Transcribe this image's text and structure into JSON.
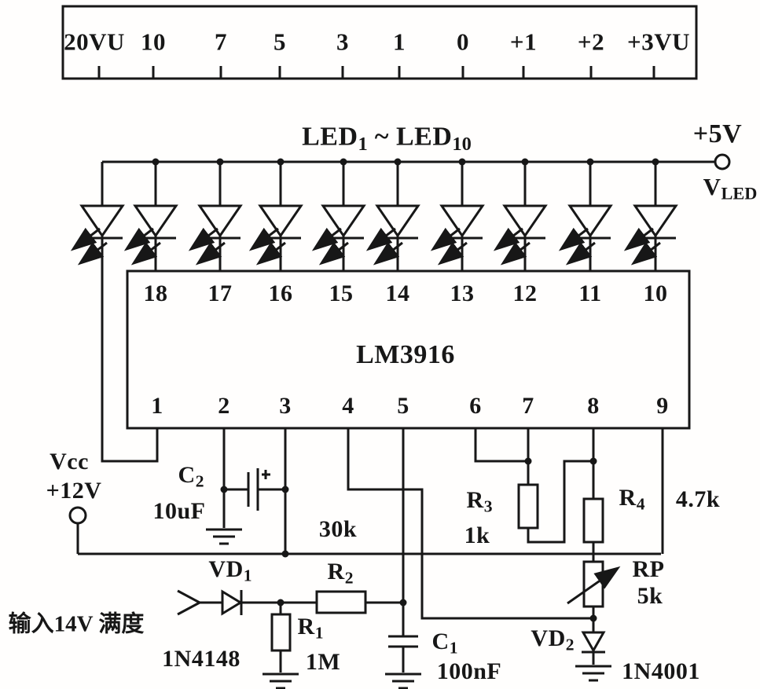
{
  "scale_bar": {
    "labels": [
      "20VU",
      "10",
      "7",
      "5",
      "3",
      "1",
      "0",
      "+1",
      "+2",
      "+3VU"
    ]
  },
  "led_title": {
    "led_a": "LED",
    "sub_a": "1",
    "tilde": "~",
    "led_b": "LED",
    "sub_b": "10"
  },
  "power": {
    "plus5v": "+5V",
    "vled_main": "V",
    "vled_sub": "LED",
    "vcc": "Vcc",
    "vcc_value": "+12V"
  },
  "ic": {
    "part": "LM3916",
    "top_pins": [
      "18",
      "17",
      "16",
      "15",
      "14",
      "13",
      "12",
      "11",
      "10"
    ],
    "bottom_pins": [
      "1",
      "2",
      "3",
      "4",
      "5",
      "6",
      "7",
      "8",
      "9"
    ]
  },
  "components": {
    "c2": {
      "des": "C",
      "sub": "2",
      "value": "10uF"
    },
    "r2_value": "30k",
    "r3": {
      "des": "R",
      "sub": "3",
      "value": "1k"
    },
    "r4": {
      "des": "R",
      "sub": "4",
      "value": "4.7k"
    },
    "rp": {
      "des": "RP",
      "value": "5k"
    },
    "vd1": {
      "des": "VD",
      "sub": "1",
      "part": "1N4148"
    },
    "r1": {
      "des": "R",
      "sub": "1",
      "value": "1M"
    },
    "r2": {
      "des": "R",
      "sub": "2"
    },
    "c1": {
      "des": "C",
      "sub": "1",
      "value": "100nF"
    },
    "vd2": {
      "des": "VD",
      "sub": "2",
      "part": "1N4001"
    },
    "input_note": "输入14V 满度"
  }
}
